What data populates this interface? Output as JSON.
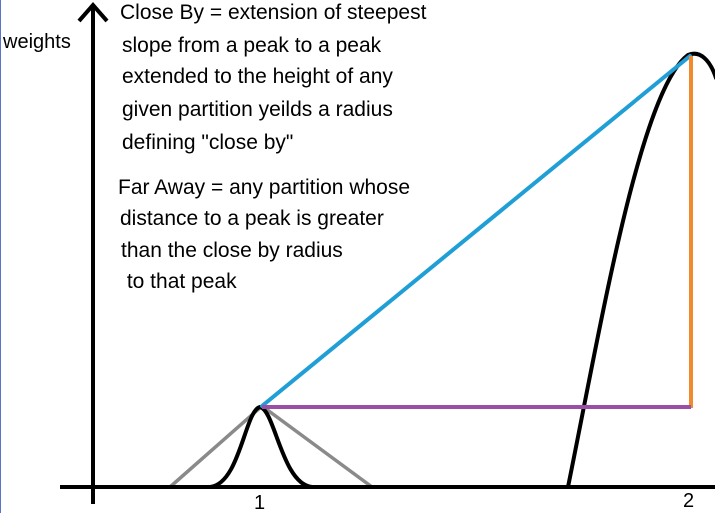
{
  "axes": {
    "ylabel": "weights",
    "x_ticks": [
      "1",
      "2"
    ]
  },
  "text": {
    "close_by": [
      "Close By = extension of steepest",
      "slope from a peak to a peak",
      "extended to the height of any",
      "given partition yeilds a radius",
      "defining \"close by\""
    ],
    "far_away": [
      "Far Away = any partition whose",
      "distance to a peak is greater",
      "than the close by radius",
      " to that peak"
    ]
  },
  "colors": {
    "curve": "#000000",
    "steepest_slope": "#1f9fd6",
    "height_line": "#f08a2c",
    "radius_line": "#9b4ea6",
    "cone": "#8a8a8a"
  }
}
